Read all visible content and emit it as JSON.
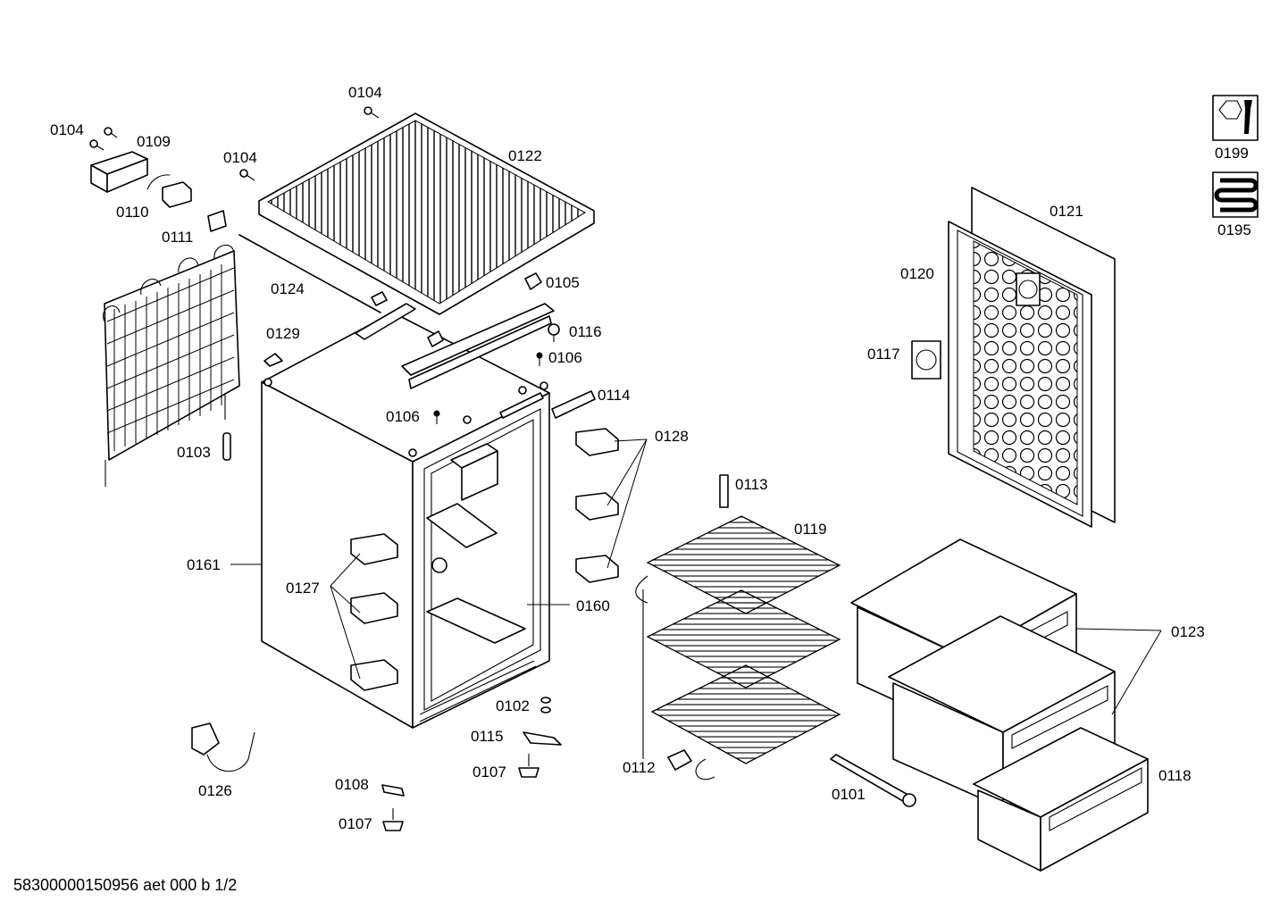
{
  "footer": {
    "document_code": "58300000150956 aet 000 b 1/2"
  },
  "labels": [
    {
      "id": "l0104a",
      "text": "0104"
    },
    {
      "id": "l0104b",
      "text": "0104"
    },
    {
      "id": "l0104c",
      "text": "0104"
    },
    {
      "id": "l0109",
      "text": "0109"
    },
    {
      "id": "l0110",
      "text": "0110"
    },
    {
      "id": "l0111",
      "text": "0111"
    },
    {
      "id": "l0122",
      "text": "0122"
    },
    {
      "id": "l0124",
      "text": "0124"
    },
    {
      "id": "l0129",
      "text": "0129"
    },
    {
      "id": "l0105",
      "text": "0105"
    },
    {
      "id": "l0116",
      "text": "0116"
    },
    {
      "id": "l0106a",
      "text": "0106"
    },
    {
      "id": "l0106b",
      "text": "0106"
    },
    {
      "id": "l0114",
      "text": "0114"
    },
    {
      "id": "l0128",
      "text": "0128"
    },
    {
      "id": "l0103",
      "text": "0103"
    },
    {
      "id": "l0161",
      "text": "0161"
    },
    {
      "id": "l0127",
      "text": "0127"
    },
    {
      "id": "l0160",
      "text": "0160"
    },
    {
      "id": "l0113",
      "text": "0113"
    },
    {
      "id": "l0119",
      "text": "0119"
    },
    {
      "id": "l0121",
      "text": "0121"
    },
    {
      "id": "l0120",
      "text": "0120"
    },
    {
      "id": "l0117",
      "text": "0117"
    },
    {
      "id": "l0123",
      "text": "0123"
    },
    {
      "id": "l0118",
      "text": "0118"
    },
    {
      "id": "l0102",
      "text": "0102"
    },
    {
      "id": "l0115",
      "text": "0115"
    },
    {
      "id": "l0107a",
      "text": "0107"
    },
    {
      "id": "l0107b",
      "text": "0107"
    },
    {
      "id": "l0108",
      "text": "0108"
    },
    {
      "id": "l0112",
      "text": "0112"
    },
    {
      "id": "l0101",
      "text": "0101"
    },
    {
      "id": "l0126",
      "text": "0126"
    },
    {
      "id": "l0199",
      "text": "0199"
    },
    {
      "id": "l0195",
      "text": "0195"
    }
  ],
  "icons": {
    "service_tools": "nut-wrench-icon",
    "evaporator_coil": "coil-icon"
  }
}
